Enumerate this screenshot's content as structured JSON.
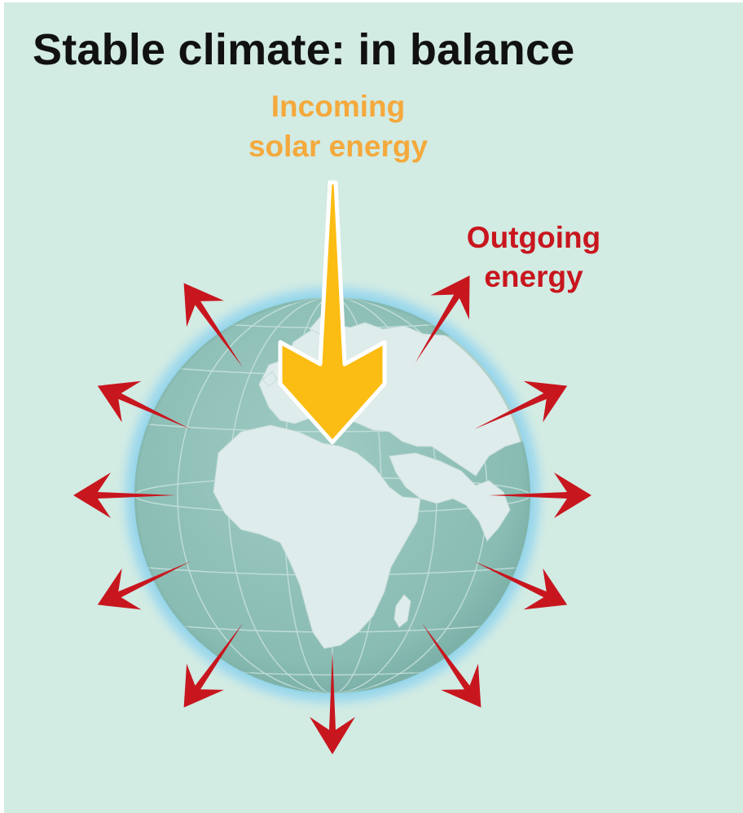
{
  "diagram": {
    "title": "Stable climate: in balance",
    "incoming_label": {
      "line1": "Incoming",
      "line2": "solar energy"
    },
    "outgoing_label": {
      "line1": "Outgoing",
      "line2": "energy"
    }
  },
  "colors": {
    "background": "#d2ebe3",
    "incoming_arrow": "#fbbd13",
    "incoming_text": "#f4a93c",
    "outgoing_arrow": "#c8161e",
    "outgoing_text": "#c8161e",
    "ocean": "#8ec1b8",
    "land": "#deeceb",
    "atmosphere_glow": "#6cc6e6",
    "title_text": "#111111"
  }
}
